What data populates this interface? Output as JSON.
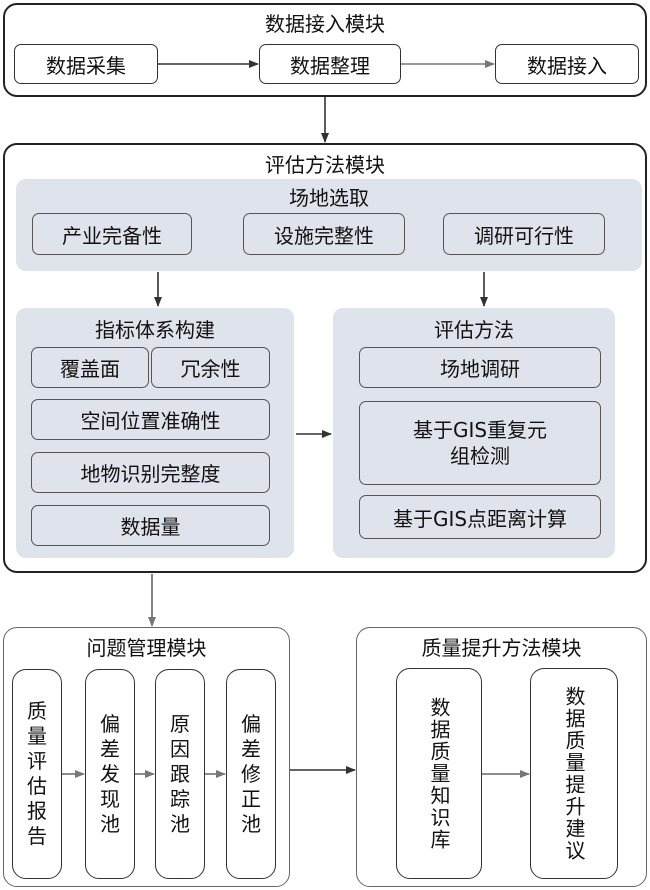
{
  "data_access": {
    "title": "数据接入模块",
    "steps": [
      "数据采集",
      "数据整理",
      "数据接入"
    ]
  },
  "evaluation": {
    "title": "评估方法模块",
    "site": {
      "title": "场地选取",
      "items": [
        "产业完备性",
        "设施完整性",
        "调研可行性"
      ]
    },
    "indicators": {
      "title": "指标体系构建",
      "items": [
        "覆盖面",
        "冗余性",
        "空间位置准确性",
        "地物识别完整度",
        "数据量"
      ]
    },
    "methods": {
      "title": "评估方法",
      "items": [
        "场地调研",
        "基于GIS重复元组检测",
        "基于GIS点距离计算"
      ]
    }
  },
  "problem": {
    "title": "问题管理模块",
    "items": [
      "质量评估报告",
      "偏差发现池",
      "原因跟踪池",
      "偏差修正池"
    ]
  },
  "quality": {
    "title": "质量提升方法模块",
    "items": [
      "数据质量知识库",
      "数据质量提升建议"
    ]
  }
}
